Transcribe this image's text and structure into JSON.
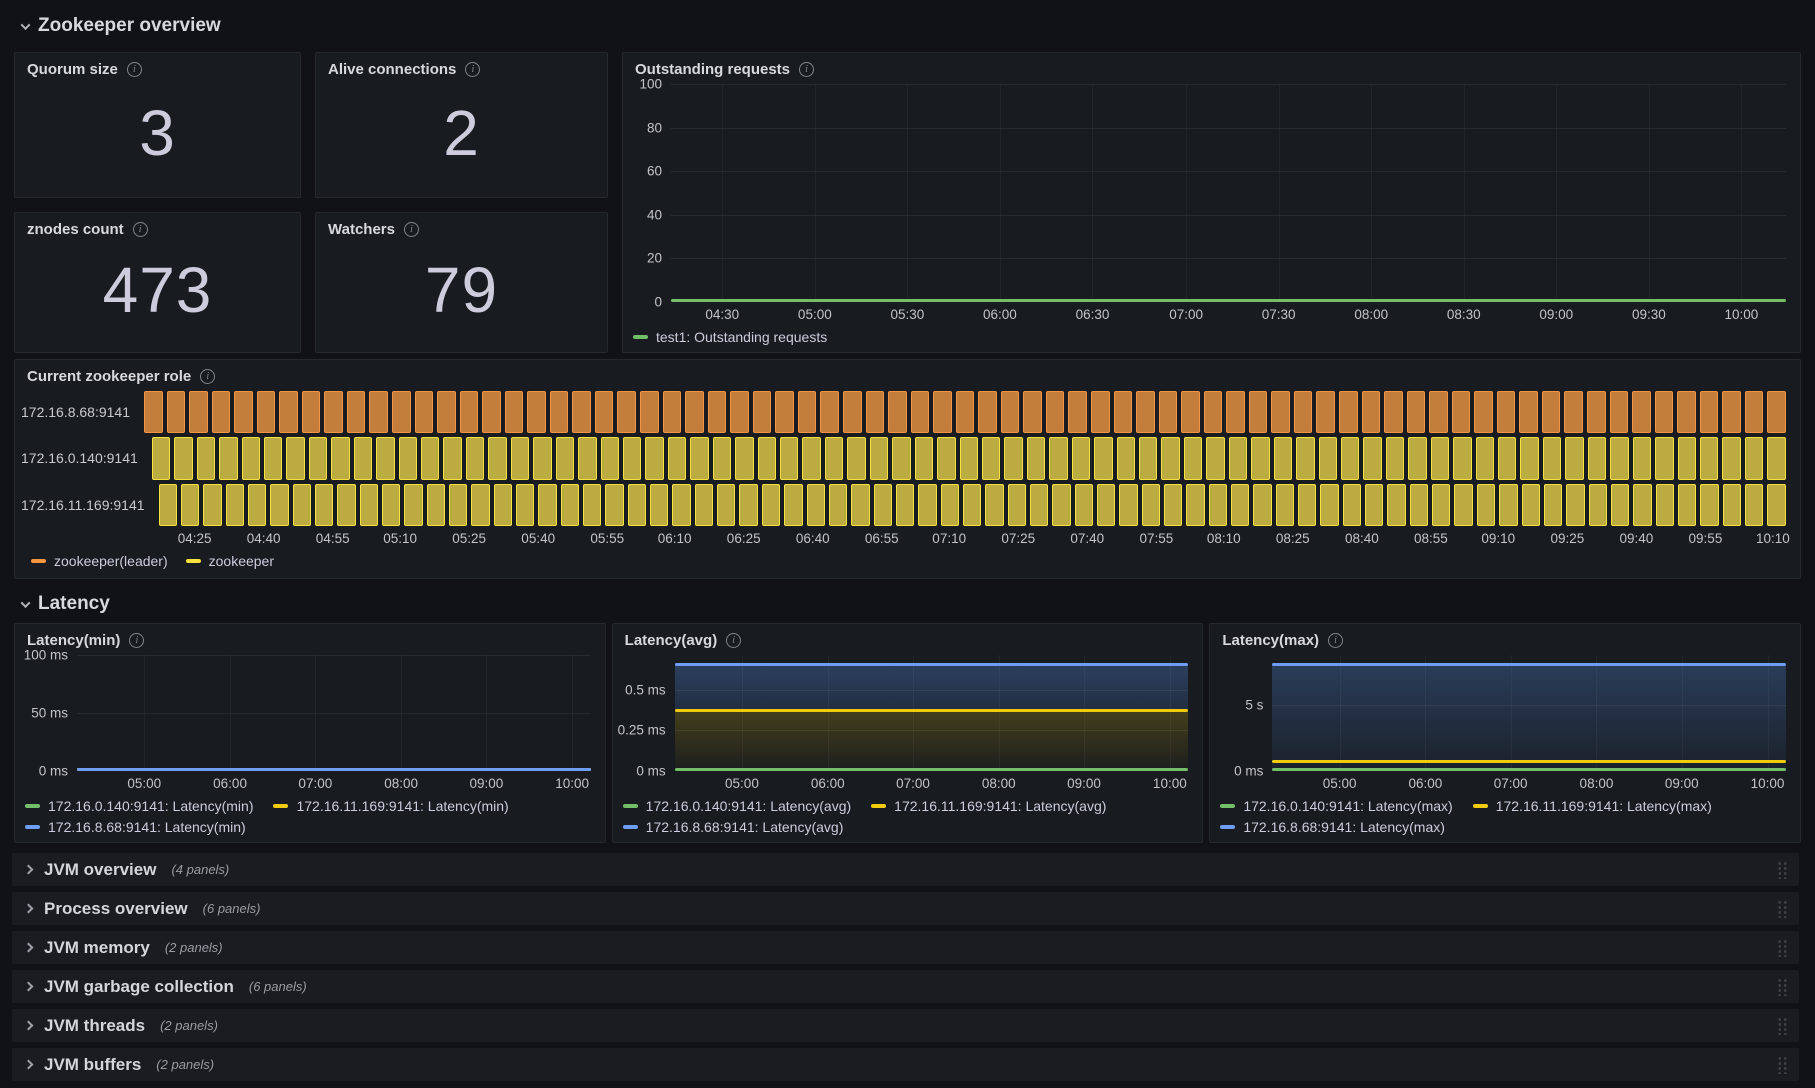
{
  "colors": {
    "green": "#73bf69",
    "yellow": "#f2cc0c",
    "blue": "#6d9ef3",
    "orange": "#f59542",
    "role_yellow": "#f6e13d",
    "orange_fill": "#c27e3a",
    "yellow_fill": "#bcab41"
  },
  "sections": {
    "overview": {
      "title": "Zookeeper overview"
    },
    "latency": {
      "title": "Latency"
    }
  },
  "stats": [
    {
      "title": "Quorum size",
      "value": "3"
    },
    {
      "title": "Alive connections",
      "value": "2"
    },
    {
      "title": "znodes count",
      "value": "473"
    },
    {
      "title": "Watchers",
      "value": "79"
    }
  ],
  "outstanding": {
    "title": "Outstanding requests",
    "y_ticks": [
      {
        "label": "100",
        "pct": 0
      },
      {
        "label": "80",
        "pct": 20
      },
      {
        "label": "60",
        "pct": 40
      },
      {
        "label": "40",
        "pct": 60
      },
      {
        "label": "20",
        "pct": 80
      },
      {
        "label": "0",
        "pct": 100
      }
    ],
    "x_ticks": [
      {
        "label": "04:30",
        "pct": 4.6
      },
      {
        "label": "05:00",
        "pct": 12.9
      },
      {
        "label": "05:30",
        "pct": 21.2
      },
      {
        "label": "06:00",
        "pct": 29.5
      },
      {
        "label": "06:30",
        "pct": 37.8
      },
      {
        "label": "07:00",
        "pct": 46.2
      },
      {
        "label": "07:30",
        "pct": 54.5
      },
      {
        "label": "08:00",
        "pct": 62.8
      },
      {
        "label": "08:30",
        "pct": 71.1
      },
      {
        "label": "09:00",
        "pct": 79.4
      },
      {
        "label": "09:30",
        "pct": 87.7
      },
      {
        "label": "10:00",
        "pct": 96.0
      }
    ],
    "areas": [],
    "series": [
      {
        "color": "green",
        "pct": 100
      }
    ],
    "legend": [
      {
        "color": "green",
        "label": "test1: Outstanding requests"
      }
    ],
    "chart_data": {
      "type": "line",
      "title": "Outstanding requests",
      "x_range": [
        "04:30",
        "10:00"
      ],
      "ylim": [
        0,
        100
      ],
      "grid": true,
      "series": [
        {
          "name": "test1: Outstanding requests",
          "value": 0
        }
      ]
    }
  },
  "role": {
    "title": "Current zookeeper role",
    "segments": 73,
    "rows": [
      {
        "label": "172.16.8.68:9141",
        "state": "leader"
      },
      {
        "label": "172.16.0.140:9141",
        "state": "follower"
      },
      {
        "label": "172.16.11.169:9141",
        "state": "follower"
      }
    ],
    "x_ticks": [
      {
        "label": "04:25",
        "pct": 3.2
      },
      {
        "label": "04:40",
        "pct": 7.4
      },
      {
        "label": "04:55",
        "pct": 11.6
      },
      {
        "label": "05:10",
        "pct": 15.7
      },
      {
        "label": "05:25",
        "pct": 19.9
      },
      {
        "label": "05:40",
        "pct": 24.1
      },
      {
        "label": "05:55",
        "pct": 28.3
      },
      {
        "label": "06:10",
        "pct": 32.4
      },
      {
        "label": "06:25",
        "pct": 36.6
      },
      {
        "label": "06:40",
        "pct": 40.8
      },
      {
        "label": "06:55",
        "pct": 45.0
      },
      {
        "label": "07:10",
        "pct": 49.1
      },
      {
        "label": "07:25",
        "pct": 53.3
      },
      {
        "label": "07:40",
        "pct": 57.5
      },
      {
        "label": "07:55",
        "pct": 61.7
      },
      {
        "label": "08:10",
        "pct": 65.8
      },
      {
        "label": "08:25",
        "pct": 70.0
      },
      {
        "label": "08:40",
        "pct": 74.2
      },
      {
        "label": "08:55",
        "pct": 78.4
      },
      {
        "label": "09:10",
        "pct": 82.5
      },
      {
        "label": "09:25",
        "pct": 86.7
      },
      {
        "label": "09:40",
        "pct": 90.9
      },
      {
        "label": "09:55",
        "pct": 95.1
      },
      {
        "label": "10:10",
        "pct": 99.2
      }
    ],
    "legend": [
      {
        "color": "orange",
        "label": "zookeeper(leader)"
      },
      {
        "color": "role_yellow",
        "label": "zookeeper"
      }
    ],
    "chart_data": {
      "type": "state-timeline",
      "title": "Current zookeeper role",
      "x_range": [
        "04:25",
        "10:10"
      ],
      "rows": [
        {
          "name": "172.16.8.68:9141",
          "state": "zookeeper(leader)"
        },
        {
          "name": "172.16.0.140:9141",
          "state": "zookeeper"
        },
        {
          "name": "172.16.11.169:9141",
          "state": "zookeeper"
        }
      ]
    }
  },
  "latency_panels": [
    {
      "title": "Latency(min)",
      "y_ticks": [
        {
          "label": "100 ms",
          "pct": 0
        },
        {
          "label": "50 ms",
          "pct": 50
        },
        {
          "label": "0 ms",
          "pct": 100
        }
      ],
      "x_ticks": [
        {
          "label": "05:00",
          "pct": 13.1
        },
        {
          "label": "06:00",
          "pct": 29.8
        },
        {
          "label": "07:00",
          "pct": 46.4
        },
        {
          "label": "08:00",
          "pct": 63.1
        },
        {
          "label": "09:00",
          "pct": 79.7
        },
        {
          "label": "10:00",
          "pct": 96.4
        }
      ],
      "areas": [],
      "series": [
        {
          "color": "green",
          "pct": 100
        },
        {
          "color": "yellow",
          "pct": 100
        },
        {
          "color": "blue",
          "pct": 100
        }
      ],
      "legend": [
        {
          "color": "green",
          "label": "172.16.0.140:9141: Latency(min)"
        },
        {
          "color": "yellow",
          "label": "172.16.11.169:9141: Latency(min)"
        },
        {
          "color": "blue",
          "label": "172.16.8.68:9141: Latency(min)"
        }
      ],
      "chart_data": {
        "type": "line",
        "title": "Latency(min)",
        "x_range": [
          "05:00",
          "10:00"
        ],
        "ylim": [
          0,
          100
        ],
        "unit": "ms",
        "series": [
          {
            "name": "172.16.0.140:9141: Latency(min)",
            "value": 0
          },
          {
            "name": "172.16.11.169:9141: Latency(min)",
            "value": 0
          },
          {
            "name": "172.16.8.68:9141: Latency(min)",
            "value": 0
          }
        ]
      }
    },
    {
      "title": "Latency(avg)",
      "y_ticks": [
        {
          "label": "0.5 ms",
          "pct": 30
        },
        {
          "label": "0.25 ms",
          "pct": 65
        },
        {
          "label": "0 ms",
          "pct": 100
        }
      ],
      "x_ticks": [
        {
          "label": "05:00",
          "pct": 13.1
        },
        {
          "label": "06:00",
          "pct": 29.8
        },
        {
          "label": "07:00",
          "pct": 46.4
        },
        {
          "label": "08:00",
          "pct": 63.1
        },
        {
          "label": "09:00",
          "pct": 79.7
        },
        {
          "label": "10:00",
          "pct": 96.4
        }
      ],
      "areas": [
        {
          "from": 8,
          "to": 48,
          "top_color": "rgba(87,148,242,0.30)",
          "bottom_color": "rgba(87,148,242,0.16)"
        },
        {
          "from": 48,
          "to": 100,
          "top_color": "rgba(242,204,12,0.20)",
          "bottom_color": "rgba(242,204,12,0.02)"
        }
      ],
      "series": [
        {
          "color": "blue",
          "pct": 8
        },
        {
          "color": "yellow",
          "pct": 48
        },
        {
          "color": "green",
          "pct": 100
        }
      ],
      "legend": [
        {
          "color": "green",
          "label": "172.16.0.140:9141: Latency(avg)"
        },
        {
          "color": "yellow",
          "label": "172.16.11.169:9141: Latency(avg)"
        },
        {
          "color": "blue",
          "label": "172.16.8.68:9141: Latency(avg)"
        }
      ],
      "chart_data": {
        "type": "area",
        "title": "Latency(avg)",
        "x_range": [
          "05:00",
          "10:00"
        ],
        "ylim": [
          0,
          0.65
        ],
        "unit": "ms",
        "series": [
          {
            "name": "172.16.0.140:9141: Latency(avg)",
            "value": 0
          },
          {
            "name": "172.16.11.169:9141: Latency(avg)",
            "value": 0.37
          },
          {
            "name": "172.16.8.68:9141: Latency(avg)",
            "value": 0.6
          }
        ]
      }
    },
    {
      "title": "Latency(max)",
      "y_ticks": [
        {
          "label": "5 s",
          "pct": 43
        },
        {
          "label": "0 ms",
          "pct": 100
        }
      ],
      "x_ticks": [
        {
          "label": "05:00",
          "pct": 13.1
        },
        {
          "label": "06:00",
          "pct": 29.8
        },
        {
          "label": "07:00",
          "pct": 46.4
        },
        {
          "label": "08:00",
          "pct": 63.1
        },
        {
          "label": "09:00",
          "pct": 79.7
        },
        {
          "label": "10:00",
          "pct": 96.4
        }
      ],
      "areas": [
        {
          "from": 8,
          "to": 100,
          "top_color": "rgba(87,148,242,0.28)",
          "bottom_color": "rgba(87,148,242,0.05)"
        }
      ],
      "series": [
        {
          "color": "blue",
          "pct": 8
        },
        {
          "color": "yellow",
          "pct": 92
        },
        {
          "color": "green",
          "pct": 100
        }
      ],
      "legend": [
        {
          "color": "green",
          "label": "172.16.0.140:9141: Latency(max)"
        },
        {
          "color": "yellow",
          "label": "172.16.11.169:9141: Latency(max)"
        },
        {
          "color": "blue",
          "label": "172.16.8.68:9141: Latency(max)"
        }
      ],
      "chart_data": {
        "type": "area",
        "title": "Latency(max)",
        "x_range": [
          "05:00",
          "10:00"
        ],
        "ylim": [
          0,
          8.8
        ],
        "unit": "s",
        "series": [
          {
            "name": "172.16.0.140:9141: Latency(max)",
            "value": 0
          },
          {
            "name": "172.16.11.169:9141: Latency(max)",
            "value": 0.6
          },
          {
            "name": "172.16.8.68:9141: Latency(max)",
            "value": 8
          }
        ]
      }
    }
  ],
  "collapsed": [
    {
      "title": "JVM overview",
      "count": "(4 panels)"
    },
    {
      "title": "Process overview",
      "count": "(6 panels)"
    },
    {
      "title": "JVM memory",
      "count": "(2 panels)"
    },
    {
      "title": "JVM garbage collection",
      "count": "(6 panels)"
    },
    {
      "title": "JVM threads",
      "count": "(2 panels)"
    },
    {
      "title": "JVM buffers",
      "count": "(2 panels)"
    }
  ]
}
